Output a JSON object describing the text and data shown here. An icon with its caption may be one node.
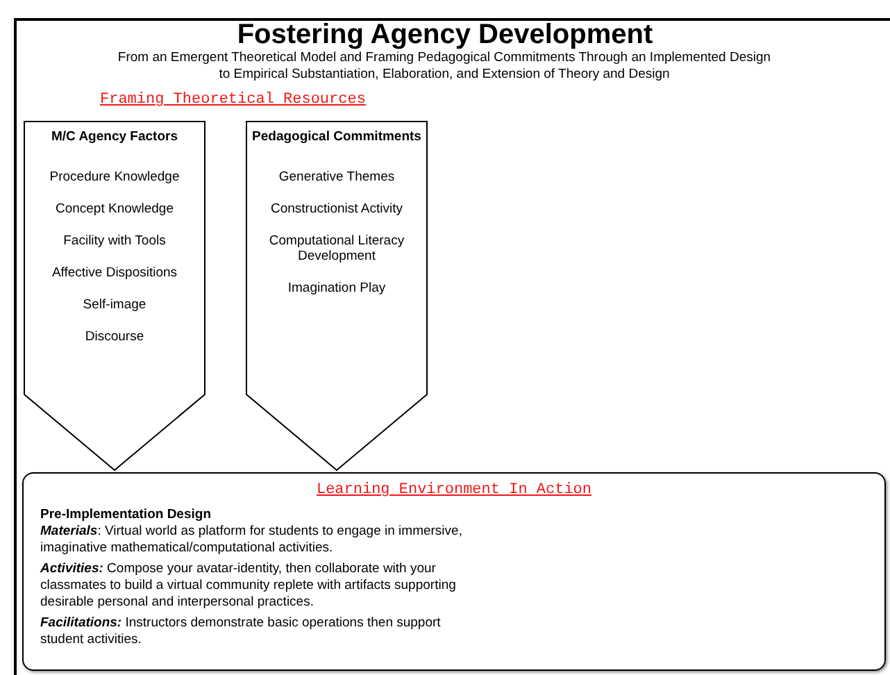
{
  "diagram": {
    "title": "Fostering Agency Development",
    "nodes": [
      {
        "text": [
          "M/C Agency Factors",
          "Procedure Knowledge",
          "Concept Knowledge",
          "Facility with Tools",
          "Affective Dispositions",
          "Self-image",
          "Discourse"
        ]
      },
      {
        "text": [
          "Pedagogical Commitments",
          "Generative Themes",
          "Constructionist Activity",
          "Computational Literacy Development",
          "Imagination Play"
        ]
      },
      {
        "text": [
          "Learning Environment In Action",
          "Pre-Implementation Design",
          "**Materials**: Virtual world as platform for students to engage in immersive, imaginative mathematical/computational activities.",
          "**Activities:** Compose your avatar-identity, then collaborate with your classmates to build a virtual community replete with artifacts supporting desirable personal and interpersonal practices.",
          "**Facilitations:** Instructors demonstrate basic operations then support student activities."
        ]
      }
    ],
    "labels": [
      "From an Emergent Theoretical Model and Framing Pedagogical Commitments Through an Implemented Design to Empirical Substantiation, Elaboration, and Extension of Theory and Design",
      "Framing Theoretical Resources"
    ]
  }
}
